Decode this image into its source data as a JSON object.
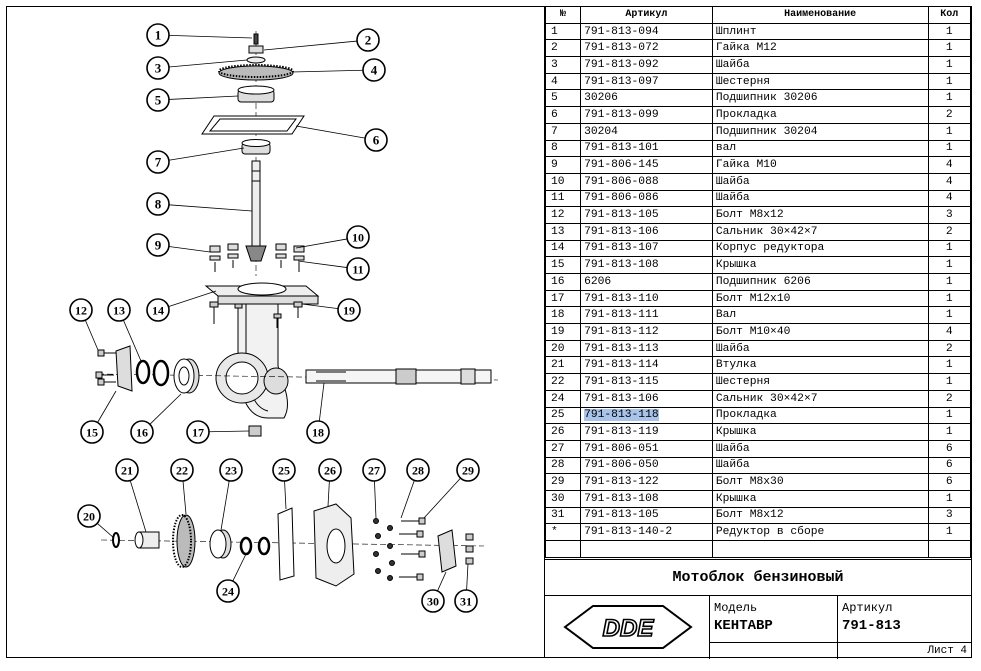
{
  "table": {
    "headers": {
      "no": "№",
      "article": "Артикул",
      "name": "Наименование",
      "qty": "Кол"
    },
    "rows": [
      {
        "no": "1",
        "article": "791-813-094",
        "name": "Шплинт",
        "qty": "1"
      },
      {
        "no": "2",
        "article": "791-813-072",
        "name": "Гайка М12",
        "qty": "1"
      },
      {
        "no": "3",
        "article": "791-813-092",
        "name": "Шайба",
        "qty": "1"
      },
      {
        "no": "4",
        "article": "791-813-097",
        "name": "Шестерня",
        "qty": "1"
      },
      {
        "no": "5",
        "article": "30206",
        "name": "Подшипник 30206",
        "qty": "1"
      },
      {
        "no": "6",
        "article": "791-813-099",
        "name": "Прокладка",
        "qty": "2"
      },
      {
        "no": "7",
        "article": "30204",
        "name": "Подшипник 30204",
        "qty": "1"
      },
      {
        "no": "8",
        "article": "791-813-101",
        "name": "вал",
        "qty": "1"
      },
      {
        "no": "9",
        "article": "791-806-145",
        "name": "Гайка М10",
        "qty": "4"
      },
      {
        "no": "10",
        "article": "791-806-088",
        "name": "Шайба",
        "qty": "4"
      },
      {
        "no": "11",
        "article": "791-806-086",
        "name": "Шайба",
        "qty": "4"
      },
      {
        "no": "12",
        "article": "791-813-105",
        "name": "Болт М8х12",
        "qty": "3"
      },
      {
        "no": "13",
        "article": "791-813-106",
        "name": "Сальник 30×42×7",
        "qty": "2"
      },
      {
        "no": "14",
        "article": "791-813-107",
        "name": "Корпус редуктора",
        "qty": "1"
      },
      {
        "no": "15",
        "article": "791-813-108",
        "name": "Крышка",
        "qty": "1"
      },
      {
        "no": "16",
        "article": "6206",
        "name": "Подшипник 6206",
        "qty": "1"
      },
      {
        "no": "17",
        "article": "791-813-110",
        "name": "Болт М12х10",
        "qty": "1"
      },
      {
        "no": "18",
        "article": "791-813-111",
        "name": "Вал",
        "qty": "1"
      },
      {
        "no": "19",
        "article": "791-813-112",
        "name": "Болт М10×40",
        "qty": "4"
      },
      {
        "no": "20",
        "article": "791-813-113",
        "name": "Шайба",
        "qty": "2"
      },
      {
        "no": "21",
        "article": "791-813-114",
        "name": "Втулка",
        "qty": "1"
      },
      {
        "no": "22",
        "article": "791-813-115",
        "name": "Шестерня",
        "qty": "1"
      },
      {
        "no": "24",
        "article": "791-813-106",
        "name": "Сальник 30×42×7",
        "qty": "2"
      },
      {
        "no": "25",
        "article": "791-813-118",
        "name": "Прокладка",
        "qty": "1",
        "highlight": true
      },
      {
        "no": "26",
        "article": "791-813-119",
        "name": "Крышка",
        "qty": "1"
      },
      {
        "no": "27",
        "article": "791-806-051",
        "name": "Шайба",
        "qty": "6"
      },
      {
        "no": "28",
        "article": "791-806-050",
        "name": "Шайба",
        "qty": "6"
      },
      {
        "no": "29",
        "article": "791-813-122",
        "name": "Болт М8х30",
        "qty": "6"
      },
      {
        "no": "30",
        "article": "791-813-108",
        "name": "Крышка",
        "qty": "1"
      },
      {
        "no": "31",
        "article": "791-813-105",
        "name": "Болт М8х12",
        "qty": "3"
      },
      {
        "no": "*",
        "article": "791-813-140-2",
        "name": "Редуктор в сборе",
        "qty": "1"
      },
      {
        "no": "",
        "article": "",
        "name": "",
        "qty": ""
      }
    ]
  },
  "title_block": {
    "product": "Мотоблок бензиновый",
    "logo": "DDE",
    "model_caption": "Модель",
    "model_value": "КЕНТАВР",
    "article_caption": "Артикул",
    "article_value": "791-813",
    "sheet": "Лист 4"
  },
  "diagram": {
    "callouts": [
      "1",
      "2",
      "3",
      "4",
      "5",
      "6",
      "7",
      "8",
      "9",
      "10",
      "11",
      "12",
      "13",
      "14",
      "15",
      "16",
      "17",
      "18",
      "19",
      "20",
      "21",
      "22",
      "23",
      "24",
      "25",
      "26",
      "27",
      "28",
      "29",
      "30",
      "31"
    ]
  }
}
